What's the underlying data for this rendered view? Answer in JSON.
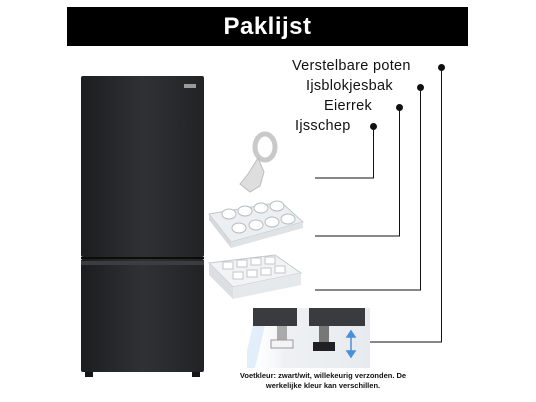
{
  "title": "Paklijst",
  "items": [
    {
      "label": "Verstelbare poten"
    },
    {
      "label": "Ijsblokjesbak"
    },
    {
      "label": "Eierrek"
    },
    {
      "label": "Ijsschep"
    }
  ],
  "note": "Voetkleur: zwart/wit, willekeurig verzonden. De werkelijke kleur kan verschillen.",
  "colors": {
    "title_bg": "#000000",
    "title_text": "#ffffff",
    "fridge_body": "#2a2b2d",
    "accent_blue": "#4a8fd8"
  },
  "icons": [
    "fridge-image",
    "ice-scoop-image",
    "egg-tray-image",
    "ice-cube-tray-image",
    "adjustable-legs-image"
  ]
}
